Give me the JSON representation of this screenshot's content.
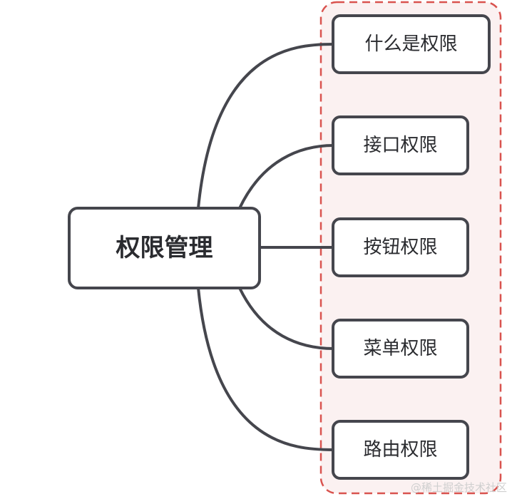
{
  "root": {
    "label": "权限管理"
  },
  "children": [
    {
      "label": "什么是权限"
    },
    {
      "label": "接口权限"
    },
    {
      "label": "按钮权限"
    },
    {
      "label": "菜单权限"
    },
    {
      "label": "路由权限"
    }
  ],
  "watermark": "@稀土掘金技术社区",
  "colors": {
    "stroke": "#45464d",
    "group_border": "#d9534f",
    "group_fill": "#fbf1f1",
    "node_fill": "#ffffff",
    "text": "#2a2b2f"
  }
}
